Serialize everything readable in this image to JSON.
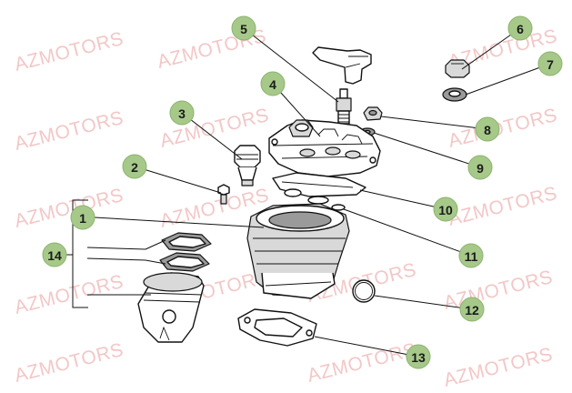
{
  "watermark": {
    "text": "AZMOTORS",
    "color": "#f3c7c7"
  },
  "colors": {
    "callout_fill": "#a6c98a",
    "callout_stroke": "#8bb36c",
    "line": "#111111"
  },
  "callouts": [
    {
      "num": "1"
    },
    {
      "num": "2"
    },
    {
      "num": "3"
    },
    {
      "num": "4"
    },
    {
      "num": "5"
    },
    {
      "num": "6"
    },
    {
      "num": "7"
    },
    {
      "num": "8"
    },
    {
      "num": "9"
    },
    {
      "num": "10"
    },
    {
      "num": "11"
    },
    {
      "num": "12"
    },
    {
      "num": "13"
    },
    {
      "num": "14"
    }
  ]
}
